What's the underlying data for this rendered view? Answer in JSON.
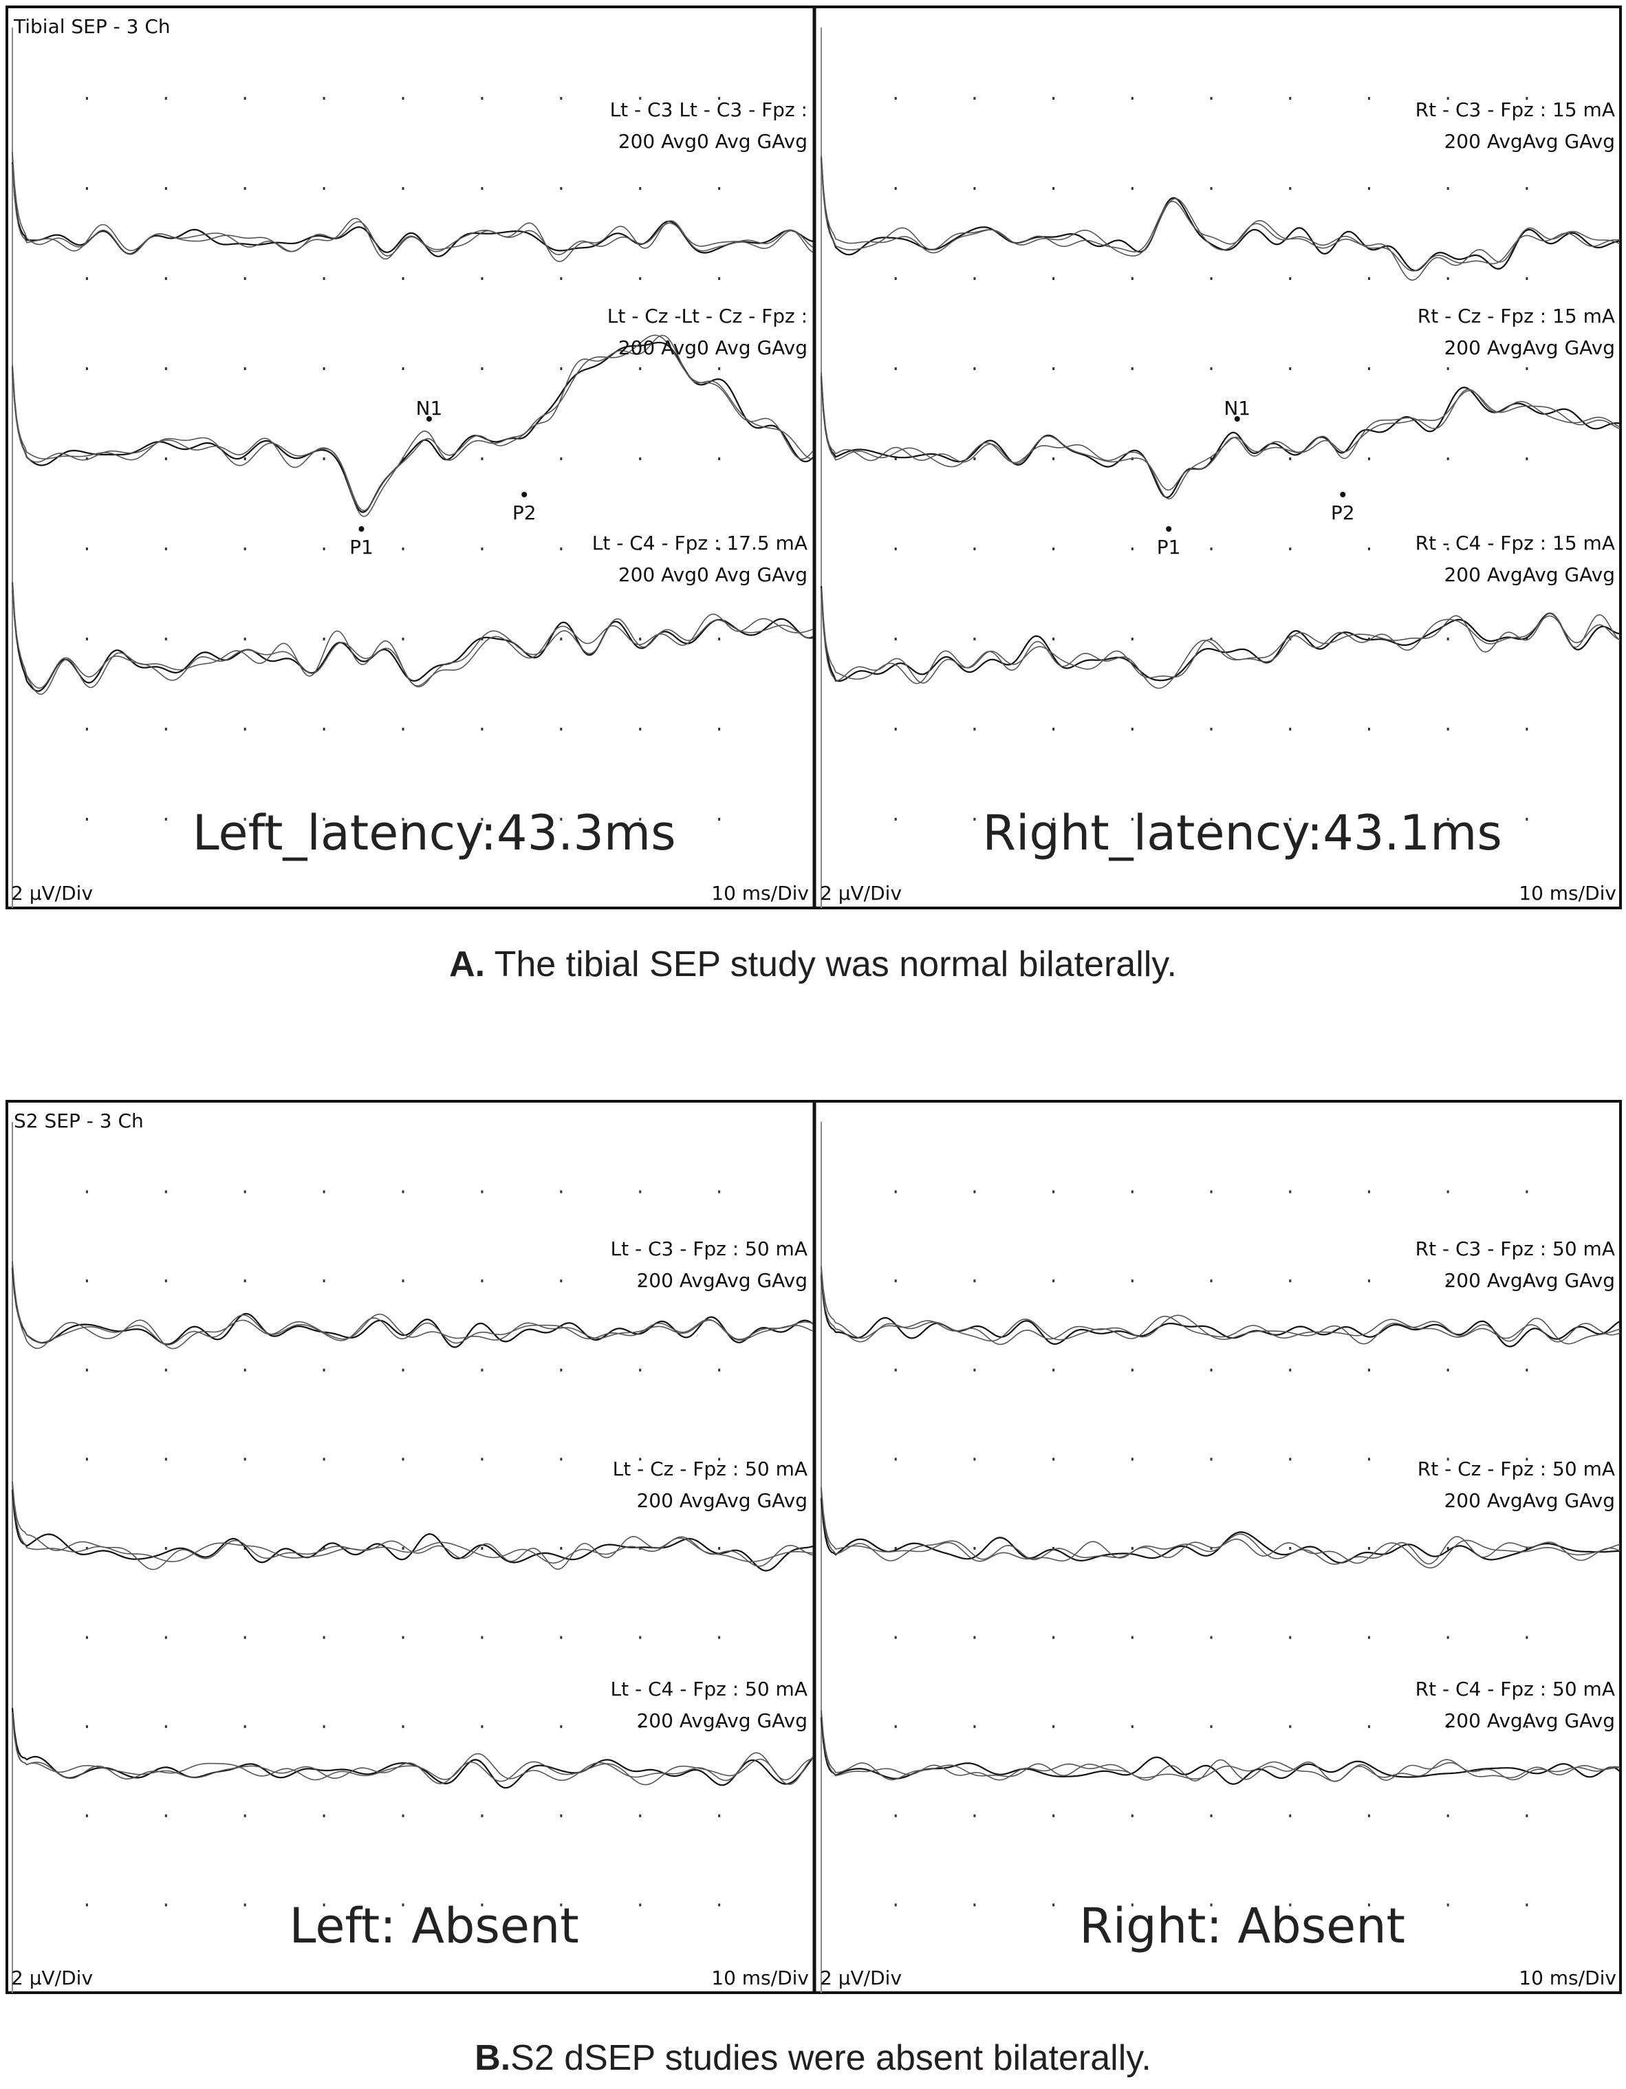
{
  "chart_data": [
    {
      "type": "line",
      "title": "Tibial SEP - 3 Ch",
      "caption_prefix": "A.",
      "caption": " The tibial SEP study was normal bilaterally.",
      "y_scale": "2 µV/Div",
      "x_scale": "10 ms/Div",
      "sides": [
        {
          "name": "Left",
          "result": "Left_latency:43.3ms",
          "channels": [
            {
              "name": "C3",
              "lines": [
                "Lt - C3 Lt - C3 - Fpz :",
                "200 Avg0 Avg GAvg"
              ]
            },
            {
              "name": "Cz",
              "lines": [
                "Lt - Cz -Lt - Cz - Fpz :",
                "200 Avg0 Avg GAvg"
              ]
            },
            {
              "name": "C4",
              "lines": [
                "Lt - C4 - Fpz : 17.5 mA",
                "200 Avg0 Avg GAvg"
              ]
            }
          ],
          "peaks": [
            {
              "label": "P1",
              "ms": 43.3,
              "dir": "down"
            },
            {
              "label": "N1",
              "ms": 51.7,
              "dir": "up"
            },
            {
              "label": "P2",
              "ms": 63.5,
              "dir": "down"
            }
          ]
        },
        {
          "name": "Right",
          "result": "Right_latency:43.1ms",
          "channels": [
            {
              "name": "C3",
              "lines": [
                "Rt - C3 - Fpz : 15 mA",
                "200 AvgAvg GAvg"
              ]
            },
            {
              "name": "Cz",
              "lines": [
                "Rt - Cz - Fpz : 15 mA",
                "200 AvgAvg GAvg"
              ]
            },
            {
              "name": "C4",
              "lines": [
                "Rt - C4 - Fpz : 15 mA",
                "200 AvgAvg GAvg"
              ]
            }
          ],
          "peaks": [
            {
              "label": "P1",
              "ms": 43.1,
              "dir": "down"
            },
            {
              "label": "N1",
              "ms": 51.6,
              "dir": "up"
            },
            {
              "label": "P2",
              "ms": 64.7,
              "dir": "down"
            }
          ]
        }
      ]
    },
    {
      "type": "line",
      "title": "S2 SEP - 3 Ch",
      "caption_prefix": "B.",
      "caption": "S2 dSEP studies were absent bilaterally.",
      "y_scale": "2 µV/Div",
      "x_scale": "10 ms/Div",
      "sides": [
        {
          "name": "Left",
          "result": "Left: Absent",
          "channels": [
            {
              "name": "C3",
              "lines": [
                "Lt - C3 - Fpz : 50 mA",
                "200 AvgAvg GAvg"
              ]
            },
            {
              "name": "Cz",
              "lines": [
                "Lt - Cz - Fpz : 50 mA",
                "200 AvgAvg GAvg"
              ]
            },
            {
              "name": "C4",
              "lines": [
                "Lt - C4 - Fpz : 50 mA",
                "200 AvgAvg GAvg"
              ]
            }
          ],
          "peaks": []
        },
        {
          "name": "Right",
          "result": "Right: Absent",
          "channels": [
            {
              "name": "C3",
              "lines": [
                "Rt - C3 - Fpz : 50 mA",
                "200 AvgAvg GAvg"
              ]
            },
            {
              "name": "Cz",
              "lines": [
                "Rt - Cz - Fpz : 50 mA",
                "200 AvgAvg GAvg"
              ]
            },
            {
              "name": "C4",
              "lines": [
                "Rt - C4 - Fpz : 50 mA",
                "200 AvgAvg GAvg"
              ]
            }
          ],
          "peaks": []
        }
      ]
    }
  ]
}
